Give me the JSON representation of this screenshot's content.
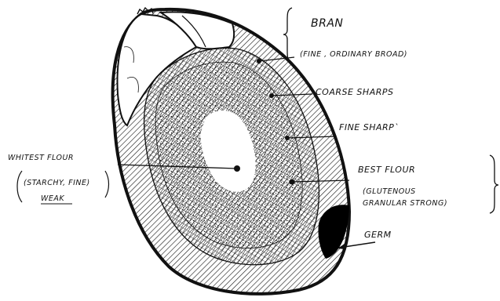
{
  "colors": {
    "ink": "#111111",
    "paper": "#ffffff",
    "germ": "#000000"
  },
  "labels": {
    "bran": "BRAN",
    "bran_sub": "(FINE , ORDINARY BROAD)",
    "coarse_sharps": "COARSE SHARPS",
    "fine_sharp": "FINE SHARP`",
    "whitest_flour": "WHITEST FLOUR",
    "whitest_sub": "(STARCHY, FINE)",
    "whitest_weak": "WEAK",
    "best_flour": "BEST FLOUR",
    "best_sub1": "(GLUTENOUS",
    "best_sub2": "GRANULAR STRONG)",
    "germ": "GERM"
  }
}
